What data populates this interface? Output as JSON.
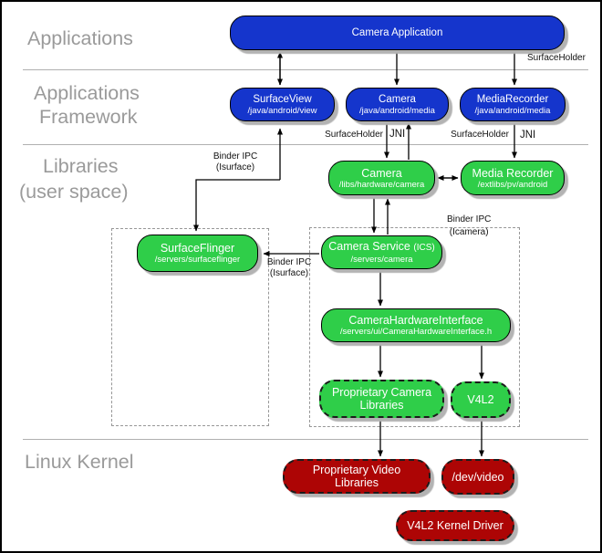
{
  "layers": {
    "applications": "Applications",
    "framework": [
      "Applications",
      "Framework"
    ],
    "libraries": [
      "Libraries",
      "(user space)"
    ],
    "kernel": "Linux Kernel"
  },
  "nodes": {
    "camera_application": {
      "title": "Camera Application"
    },
    "surface_view": {
      "title": "SurfaceView",
      "path": "/java/android/view"
    },
    "camera_framework": {
      "title": "Camera",
      "path": "/java/android/media"
    },
    "media_recorder_framework": {
      "title": "MediaRecorder",
      "path": "/java/android/media"
    },
    "camera_lib": {
      "title": "Camera",
      "path": "/libs/hardware/camera"
    },
    "media_recorder_lib": {
      "title": "Media Recorder",
      "path": "/extlibs/pv/android"
    },
    "surface_flinger": {
      "title": "SurfaceFlinger",
      "path": "/servers/surfaceflinger"
    },
    "camera_service": {
      "title": "Camera Service",
      "title_suffix": "(ICS)",
      "path": "/servers/camera"
    },
    "camera_hardware_interface": {
      "title": "CameraHardwareInterface",
      "path": "/servers/ui/CameraHardwareInterface.h"
    },
    "proprietary_camera_libraries": {
      "title_lines": [
        "Proprietary Camera",
        "Libraries"
      ]
    },
    "v4l2": {
      "title": "V4L2"
    },
    "proprietary_video_libraries": {
      "title_lines": [
        "Proprietary Video",
        "Libraries"
      ]
    },
    "dev_video": {
      "title": "/dev/video"
    },
    "v4l2_kernel_driver": {
      "title": "V4L2 Kernel Driver"
    }
  },
  "edge_labels": {
    "surfaceholder_app": "SurfaceHolder",
    "surfaceholder_camera": "SurfaceHolder",
    "jni_camera": "JNI",
    "surfaceholder_media": "SurfaceHolder",
    "jni_media": "JNI",
    "binder_ipc_surfaceview": [
      "Binder IPC",
      "(Isurface)"
    ],
    "binder_ipc_surfaceflinger": [
      "Binder IPC",
      "(Isurface)"
    ],
    "binder_ipc_icamera": [
      "Binder IPC",
      "(Icamera)"
    ]
  },
  "colors": {
    "framework_blue": "#1535cc",
    "userspace_green": "#2fce49",
    "kernel_red": "#ad0505",
    "layer_label_gray": "#9a9a9a",
    "shadow_gray": "#b3b3b3",
    "divider_gray": "#b0b0b0"
  }
}
